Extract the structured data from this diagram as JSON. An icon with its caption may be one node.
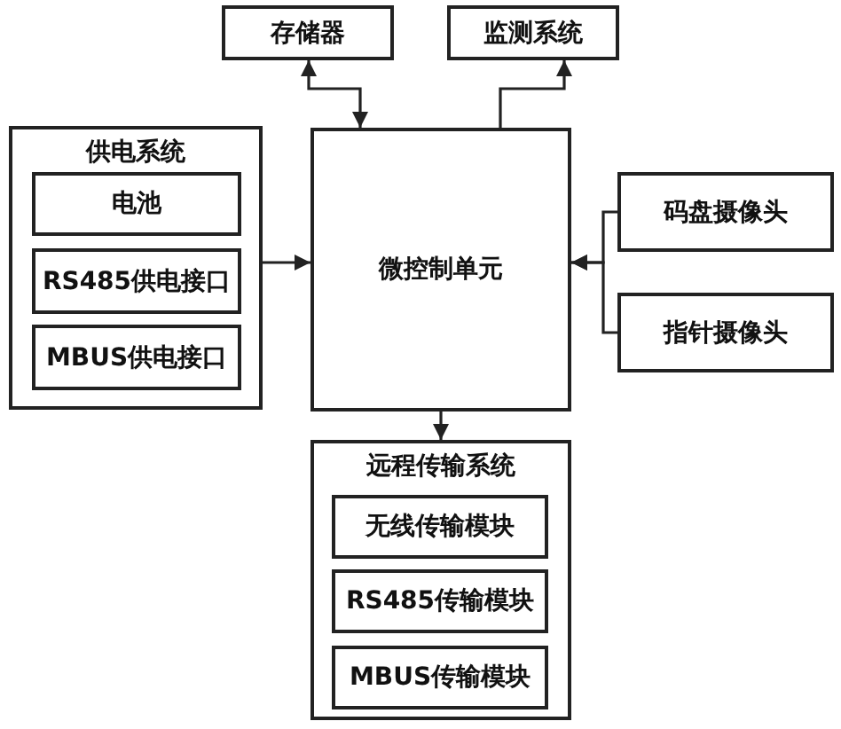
{
  "diagram": {
    "nodes": [
      {
        "text": [
          "存储器"
        ]
      },
      {
        "text": [
          "监测系统"
        ]
      },
      {
        "text": [
          "供电系统"
        ]
      },
      {
        "text": [
          "电池"
        ],
        "in": 2
      },
      {
        "text": [
          "RS485供电接口"
        ],
        "in": 2
      },
      {
        "text": [
          "MBUS供电接口"
        ],
        "in": 2
      },
      {
        "text": [
          "微控制单元"
        ]
      },
      {
        "text": [
          "码盘摄像头"
        ]
      },
      {
        "text": [
          "指针摄像头"
        ]
      },
      {
        "text": [
          "远程传输系统"
        ]
      },
      {
        "text": [
          "无线传输模块"
        ],
        "in": 9
      },
      {
        "text": [
          "RS485传输模块"
        ],
        "in": 9
      },
      {
        "text": [
          "MBUS传输模块"
        ],
        "in": 9
      }
    ],
    "edges": [
      {
        "from": 6,
        "to": 0,
        "arrow": "both"
      },
      {
        "from": 6,
        "to": 1,
        "arrow": "to"
      },
      {
        "from": 2,
        "to": 6,
        "arrow": "to"
      },
      {
        "from": 7,
        "to": 6,
        "arrow": "to"
      },
      {
        "from": 8,
        "to": 6,
        "arrow": "to"
      },
      {
        "from": 6,
        "to": 9,
        "arrow": "to"
      }
    ]
  }
}
